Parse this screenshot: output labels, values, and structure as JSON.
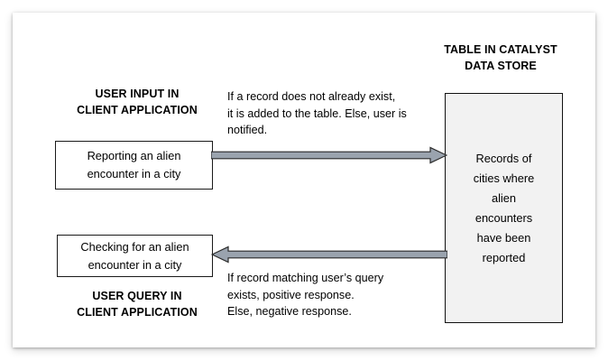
{
  "diagram": {
    "type": "flow-diagram",
    "colors": {
      "page_background": "#ffffff",
      "card_background": "#ffffff",
      "box_border": "#1a1a1a",
      "store_fill": "#f2f2f2",
      "store_border": "#111111",
      "arrow_fill": "#9aa3ae",
      "arrow_outline": "#2b2b2b",
      "text": "#000000"
    },
    "store_title": "TABLE IN CATALYST\nDATA STORE",
    "labels": {
      "user_input": "USER INPUT IN\nCLIENT APPLICATION",
      "user_query": "USER QUERY IN\nCLIENT APPLICATION"
    },
    "boxes": {
      "report": "Reporting an alien\nencounter in a city",
      "check": "Checking for an alien\nencounter in a city",
      "store": "Records of\ncities where\nalien\nencounters\nhave been\nreported"
    },
    "notes": {
      "write": "If a record does not already exist,\nit is added to the table. Else, user is\nnotified.",
      "read": "If record matching user’s query\nexists, positive response.\nElse, negative response."
    },
    "arrows": [
      {
        "name": "write-arrow",
        "direction": "right",
        "from": "Reporting an alien encounter in a city",
        "to": "Records of cities where alien encounters have been reported"
      },
      {
        "name": "read-arrow",
        "direction": "left",
        "from": "Records of cities where alien encounters have been reported",
        "to": "Checking for an alien encounter in a city"
      }
    ]
  }
}
